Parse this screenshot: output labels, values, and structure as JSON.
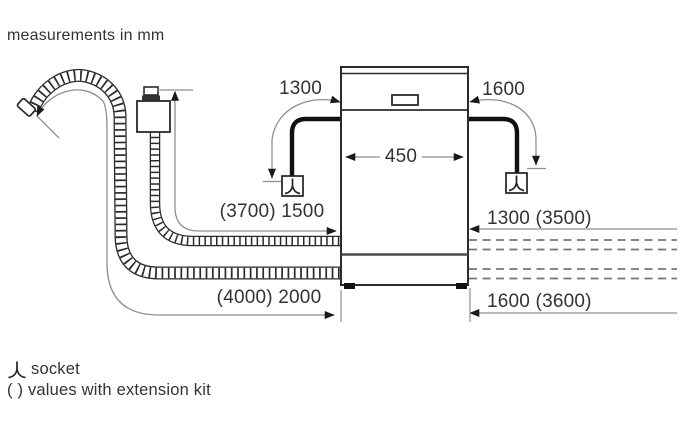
{
  "title": "measurements in mm",
  "appliance": {
    "name": "dishwasher front view",
    "width_label": "450"
  },
  "dimensions": {
    "cable_left": "1300",
    "cable_right": "1600",
    "supply_hose_left": "(3700) 1500",
    "drain_hose_left": "(4000) 2000",
    "supply_hose_right": "1300 (3500)",
    "drain_hose_right": "1600 (3600)"
  },
  "legend": {
    "socket": "socket",
    "extension": "( ) values with extension kit"
  },
  "icons": {
    "socket_icon": "electrical socket symbol (stem with two flared legs)"
  },
  "colors": {
    "line": "#2e2e2e",
    "dimension_line": "#8f8f8f",
    "dashed_line": "#757575",
    "text": "#333333",
    "background": "#ffffff"
  }
}
